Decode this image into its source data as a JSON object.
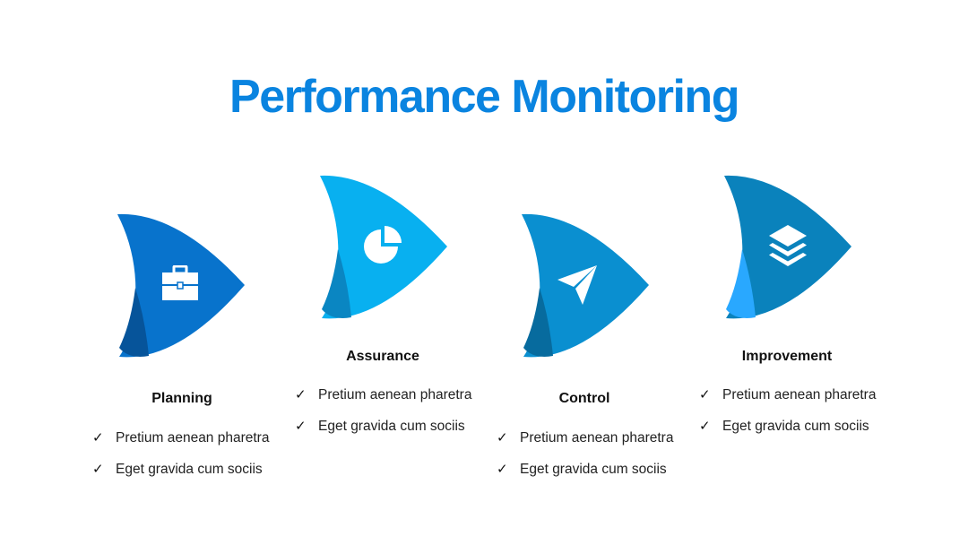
{
  "title": "Performance Monitoring",
  "colors": {
    "title": "#0a84e0",
    "planning": "#0873cc",
    "planning_fold": "#06549a",
    "assurance": "#08b0f0",
    "assurance_fold": "#0a86c2",
    "control": "#0a8fd0",
    "control_fold": "#076b9e",
    "improvement": "#0a82bc",
    "improvement_fold": "#29a8ff"
  },
  "cards": [
    {
      "heading": "Planning",
      "icon": "briefcase-icon",
      "items": [
        "Pretium aenean pharetra",
        "Eget gravida cum sociis"
      ]
    },
    {
      "heading": "Assurance",
      "icon": "pie-chart-icon",
      "items": [
        "Pretium aenean pharetra",
        "Eget gravida cum sociis"
      ]
    },
    {
      "heading": "Control",
      "icon": "send-arrow-icon",
      "items": [
        "Pretium aenean pharetra",
        "Eget gravida cum sociis"
      ]
    },
    {
      "heading": "Improvement",
      "icon": "layers-icon",
      "items": [
        "Pretium aenean pharetra",
        "Eget gravida cum sociis"
      ]
    }
  ]
}
